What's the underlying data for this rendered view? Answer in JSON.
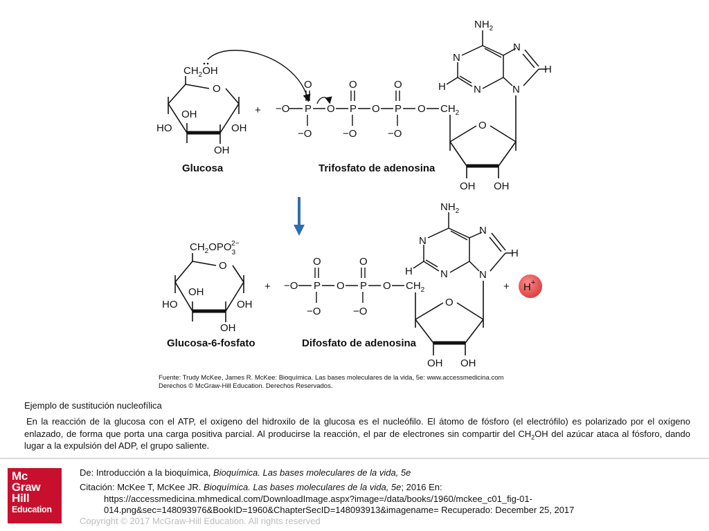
{
  "diagram": {
    "glucose_label": "Glucosa",
    "atp_label": "Trifosfato de adenosina",
    "g6p_label": "Glucosa-6-fosfato",
    "adp_label": "Difosfato de adenosina",
    "plus": "+",
    "hydrogen_ion": "H",
    "hydrogen_charge": "+",
    "source_line1": "Fuente: Trudy McKee, James R. McKee: Bioquímica. Las bases moleculares de la vida, 5e: www.accessmedicina.com",
    "source_line2": "Derechos © McGraw-Hill Education. Derechos Reservados.",
    "atoms": {
      "O": "O",
      "N": "N",
      "H": "H",
      "P": "P",
      "OH": "OH",
      "HO": "HO",
      "NH2": "NH",
      "sub2": "2",
      "minus_O": "−O",
      "CH2OH": "CH",
      "CH2": "CH",
      "OPO3": "OPO",
      "sub3": "3",
      "charge2m": "2−"
    }
  },
  "caption": {
    "title": "Ejemplo de sustitución nucleofílica",
    "body_part1": "En la reacción de la glucosa con el ATP, el oxígeno del hidroxilo de la glucosa es el nucleófilo. El átomo de fósforo (el electrófilo) es polarizado por el oxígeno enlazado, de forma que porta una carga positiva parcial. Al producirse la reacción, el par de electrones sin compartir del CH",
    "body_sub": "2",
    "body_part2": "OH del azúcar ataca al fósforo, dando lugar a la expulsión del ADP, el grupo saliente."
  },
  "logo": {
    "line1": "Mc",
    "line2": "Graw",
    "line3": "Hill",
    "line4": "Education"
  },
  "citation": {
    "from_prefix": "De: Introducción a la bioquímica, ",
    "from_book": "Bioquímica. Las bases moleculares de la vida, 5e",
    "cite_prefix": "Citación: McKee T, McKee JR. ",
    "cite_book": "Bioquímica. Las bases moleculares de la vida, 5e",
    "cite_suffix": "; 2016 En:",
    "url_line1": "https://accessmedicina.mhmedical.com/DownloadImage.aspx?image=/data/books/1960/mckee_c01_fig-01-",
    "url_line2": "014.png&sec=148093976&BookID=1960&ChapterSecID=148093913&imagename= Recuperado: December 25, 2017",
    "copyright": "Copyright © 2017 McGraw-Hill Education. All rights reserved"
  },
  "colors": {
    "arrow_blue": "#2e6db4",
    "hydrogen_red": "#e84c4c",
    "logo_red": "#c8102e"
  }
}
